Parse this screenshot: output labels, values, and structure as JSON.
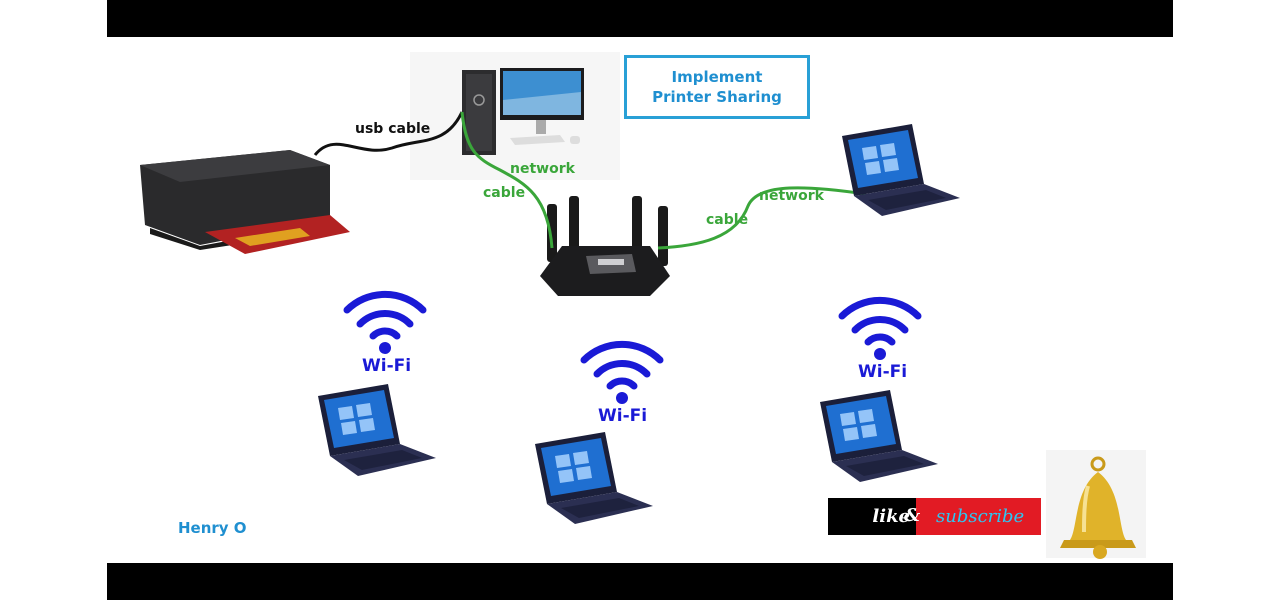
{
  "title": {
    "line1": "Implement",
    "line2": "Printer Sharing"
  },
  "labels": {
    "usb_cable": "usb cable",
    "network_left": "network",
    "cable_left": "cable",
    "cable_right": "cable",
    "network_right": "network"
  },
  "wifi": {
    "label": "Wi-Fi"
  },
  "author": "Henry O",
  "banner": {
    "like": "like",
    "ampersand": "&",
    "subscribe": "subscribe"
  },
  "colors": {
    "cable": "#3aa63a",
    "usb_cable": "#111111",
    "wifi": "#1a1ad6",
    "title": "#1f8fd0",
    "banner_red": "#e21b24",
    "banner_black": "#000000"
  }
}
